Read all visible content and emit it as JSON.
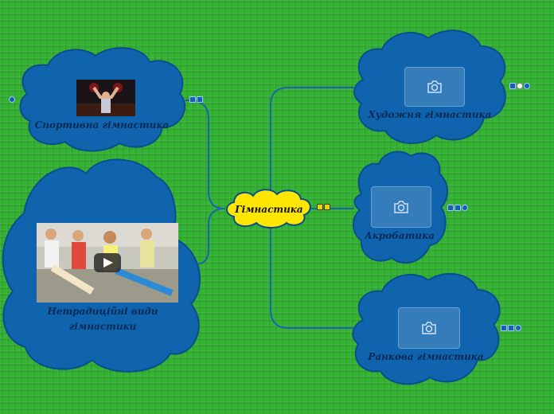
{
  "center": {
    "label": "Гімнастика"
  },
  "topics": [
    {
      "id": "sportyvna",
      "label": "Спортивна гімнастика"
    },
    {
      "id": "netradytsiini",
      "label_line1": "Нетрадиційні види",
      "label_line2": "гімнастики"
    },
    {
      "id": "khudozhnia",
      "label": "Художня гімнастика"
    },
    {
      "id": "akrobatyka",
      "label": "Акробатика"
    },
    {
      "id": "rankova",
      "label": "Ранкова гімнастика"
    }
  ],
  "colors": {
    "background": "#33b533",
    "cloud_fill": "#0f64ad",
    "cloud_stroke": "#0a4f8c",
    "center_fill": "#ffe600",
    "connector": "#1565a8"
  },
  "icons": [
    "notes-icon",
    "checkbox-icon",
    "link-icon",
    "play-icon",
    "camera-icon"
  ]
}
